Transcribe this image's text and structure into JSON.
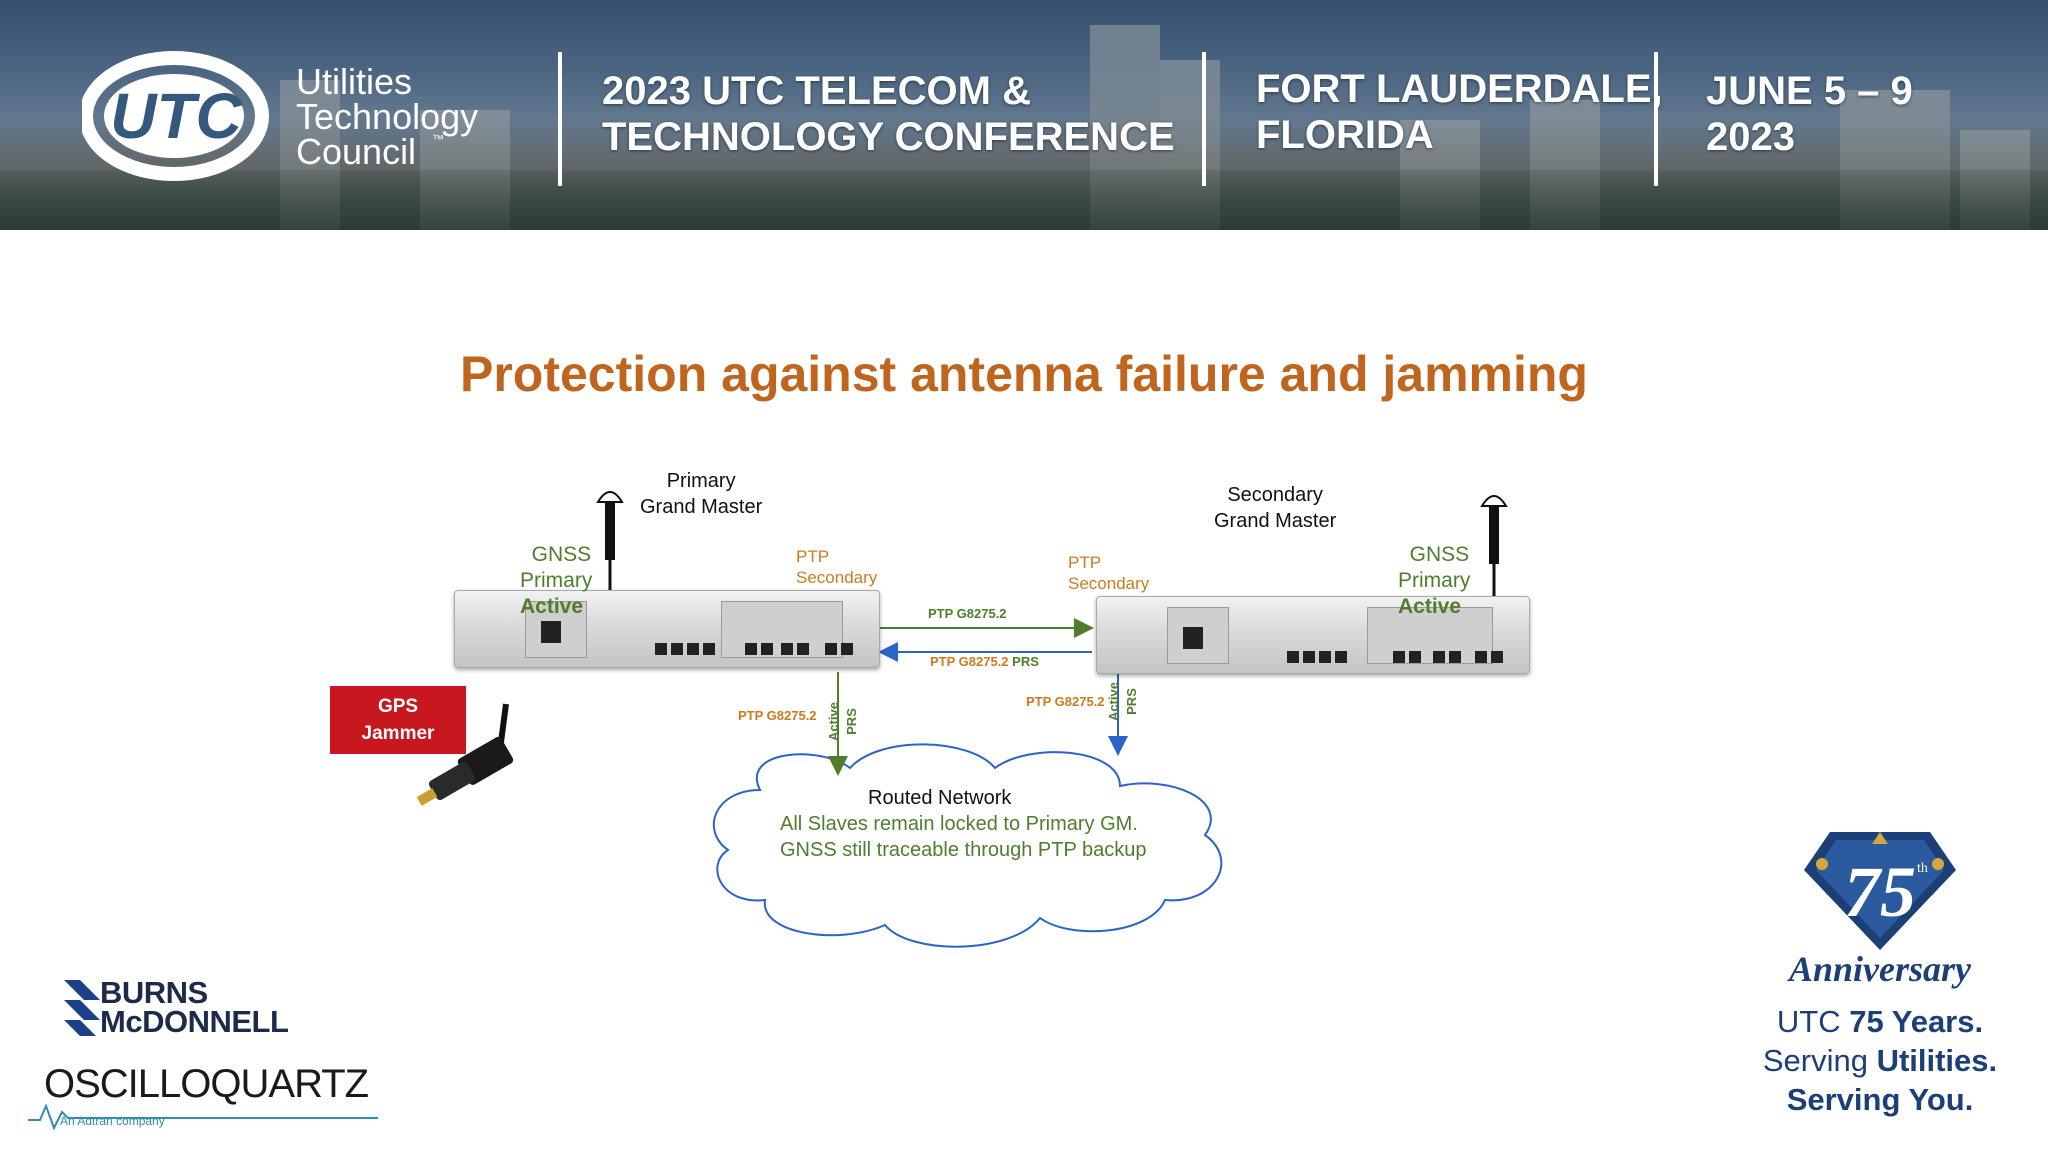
{
  "banner": {
    "org_name_lines": "Utilities\nTechnology\nCouncil",
    "org_logo_text": "UTC",
    "tm": "™",
    "conference_title": "2023 UTC TELECOM &\nTECHNOLOGY CONFERENCE",
    "location": "FORT LAUDERDALE,\nFLORIDA",
    "dates": "JUNE 5 – 9\n2023"
  },
  "slide": {
    "title": "Protection against antenna failure and jamming"
  },
  "diagram": {
    "primary_gm": "Primary\nGrand Master",
    "secondary_gm": "Secondary\nGrand Master",
    "gnss_left": {
      "line1": "GNSS",
      "line2": "Primary",
      "line3": "Active"
    },
    "gnss_right": {
      "line1": "GNSS",
      "line2": "Primary",
      "line3": "Active"
    },
    "ptp_secondary_left": "PTP\nSecondary",
    "ptp_secondary_right": "PTP\nSecondary",
    "link_top": "PTP G8275.2",
    "link_bottom_prefix": "PTP G8275.2",
    "link_bottom_suffix": "PRS",
    "down_left_label": "PTP G8275.2",
    "down_left_active": "Active",
    "down_left_prs": "PRS",
    "down_right_label": "PTP G8275.2",
    "down_right_active": "Active",
    "down_right_prs": "PRS",
    "jammer": "GPS\nJammer",
    "cloud_title": "Routed Network",
    "cloud_line1": "All Slaves remain locked to Primary GM.",
    "cloud_line2": "GNSS still traceable through PTP backup",
    "colors": {
      "green": "#4f7d2c",
      "blue": "#2c63c9",
      "orange": "#cc7a1e"
    }
  },
  "logos": {
    "burns_line1": "BURNS",
    "burns_line2": "McDONNELL",
    "oscilloquartz": "OSCILLOQUARTZ",
    "oscilloquartz_sub": "An Adtran company",
    "anniversary_number": "75",
    "anniversary_sup": "th",
    "anniversary_word": "Anniversary",
    "utc75_line1_a": "UTC ",
    "utc75_line1_b": "75 Years.",
    "utc75_line2_a": "Serving ",
    "utc75_line2_b": "Utilities.",
    "utc75_line3": "Serving You."
  }
}
